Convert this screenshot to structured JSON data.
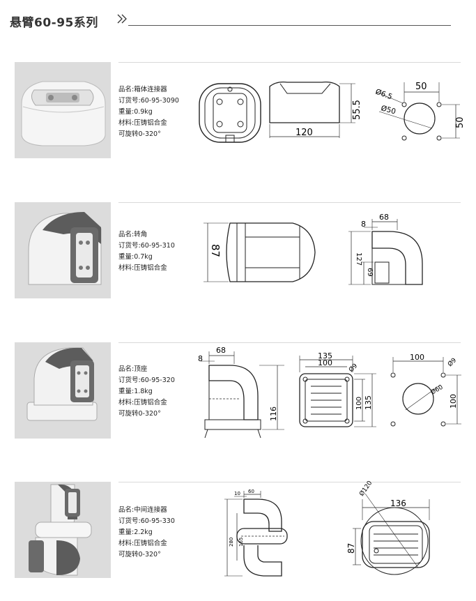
{
  "header": {
    "title": "悬臂60-95系列"
  },
  "sections": [
    {
      "name": "品名:箱体连接器",
      "part": "订货号:60-95-3090",
      "weight": "重量:0.9kg",
      "material": "材料:压铸铝合金",
      "rotation": "可旋转0-320°",
      "dims": {
        "height": "55.5",
        "width": "120",
        "hole": "Ø6.5",
        "spacing": "50",
        "spacing_v": "50",
        "circle": "Ø50"
      }
    },
    {
      "name": "品名:转角",
      "part": "订货号:60-95-310",
      "weight": "重量:0.7kg",
      "material": "材料:压铸铝合金",
      "dims": {
        "front": "87",
        "top": "68",
        "offset": "8",
        "height": "127",
        "inner": "69"
      }
    },
    {
      "name": "品名:顶座",
      "part": "订货号:60-95-320",
      "weight": "重量:1.8kg",
      "material": "材料:压铸铝合金",
      "rotation": "可旋转0-320°",
      "dims": {
        "offset": "8",
        "top": "68",
        "height": "116",
        "outer": "135",
        "inner": "100",
        "hole": "Ø9",
        "inner_v": "100",
        "outer_v": "135",
        "spacing": "100",
        "hole2": "Ø9",
        "circle": "Ø60",
        "spacing_v": "100"
      }
    },
    {
      "name": "品名:中间连接器",
      "part": "订货号:60-95-330",
      "weight": "重量:2.2kg",
      "material": "材料:压铸铝合金",
      "rotation": "可旋转0-320°",
      "dims": {
        "offset": "10",
        "top": "60",
        "total": "280",
        "mid": "165",
        "circle": "Ø120",
        "width": "136",
        "height": "87"
      }
    }
  ],
  "colors": {
    "body": "#f4f4f4",
    "grip": "#5c5c5c",
    "photo_bg": "#dcdcdc",
    "line": "#222222"
  }
}
